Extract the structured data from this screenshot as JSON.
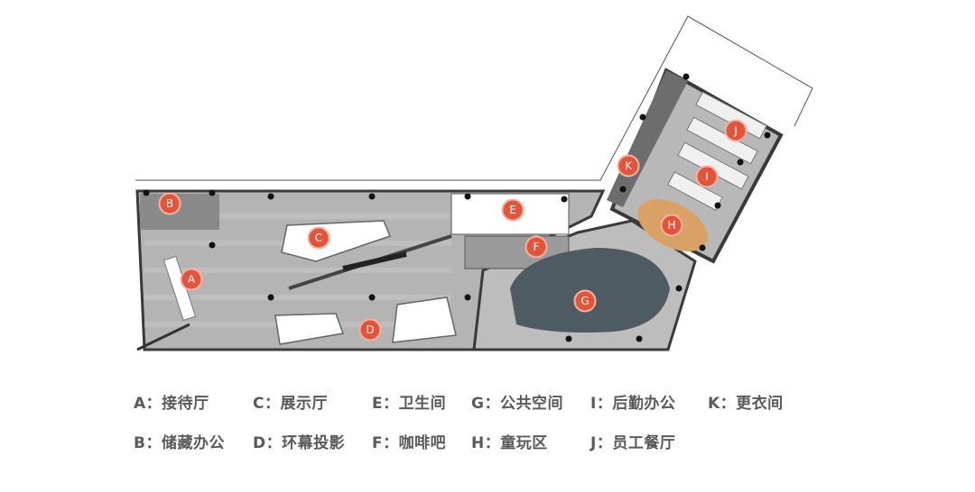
{
  "markers": [
    {
      "letter": "A"
    },
    {
      "letter": "B"
    },
    {
      "letter": "C"
    },
    {
      "letter": "D"
    },
    {
      "letter": "E"
    },
    {
      "letter": "F"
    },
    {
      "letter": "G"
    },
    {
      "letter": "H"
    },
    {
      "letter": "J"
    },
    {
      "letter": "K"
    },
    {
      "letter": "I"
    }
  ],
  "legend": [
    {
      "text": "A：接待厅"
    },
    {
      "text": "C：展示厅"
    },
    {
      "text": "E：卫生间"
    },
    {
      "text": "G：公共空间"
    },
    {
      "text": "I：后勤办公"
    },
    {
      "text": "K：更衣间"
    },
    {
      "text": "B：储藏办公"
    },
    {
      "text": "D：环幕投影"
    },
    {
      "text": "F：咖啡吧"
    },
    {
      "text": "H：童玩区"
    },
    {
      "text": "J：员工餐厅"
    }
  ],
  "colors": {
    "marker": "#e2553b",
    "floor": "#a9a9a9",
    "wall": "#404040",
    "legend_text": "#5a5a5a"
  }
}
